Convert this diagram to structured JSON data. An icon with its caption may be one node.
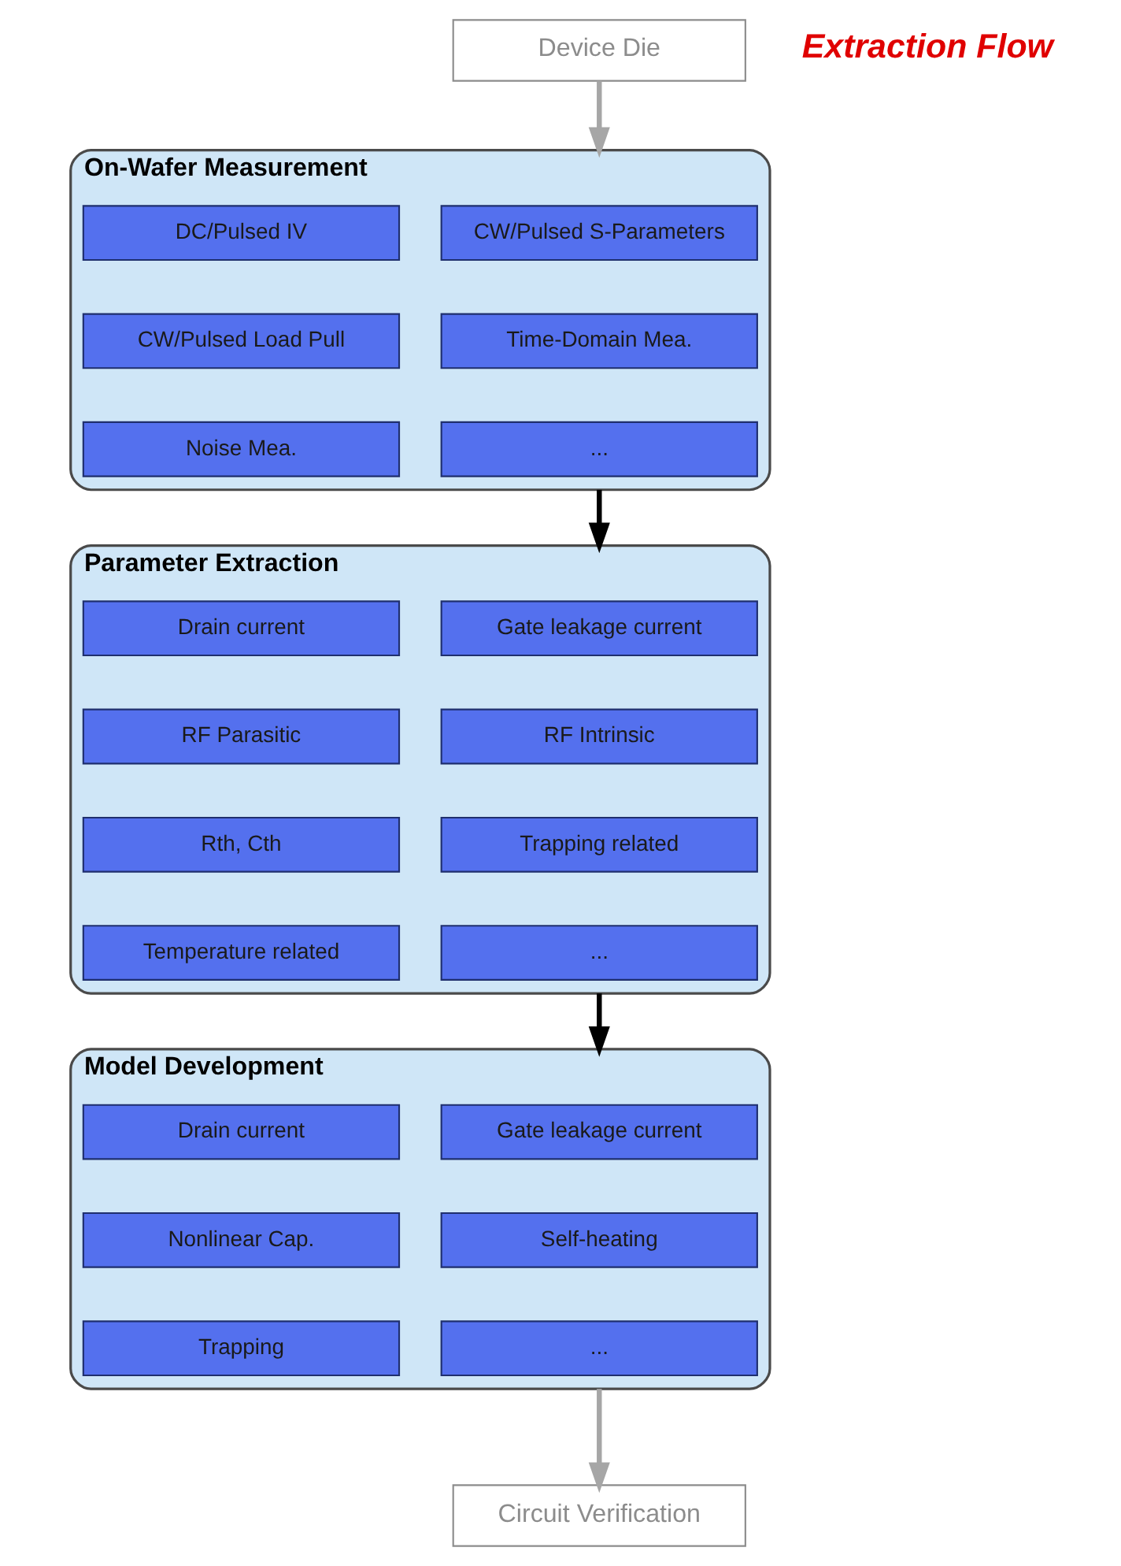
{
  "diagram": {
    "nodes": [
      {
        "text": [
          "Device Die"
        ]
      },
      {
        "text": [
          "On-Wafer Measurement"
        ]
      },
      {
        "text": [
          "DC/Pulsed IV"
        ],
        "in": 1
      },
      {
        "text": [
          "CW/Pulsed S-Parameters"
        ],
        "in": 1
      },
      {
        "text": [
          "CW/Pulsed Load Pull"
        ],
        "in": 1
      },
      {
        "text": [
          "Time-Domain Mea."
        ],
        "in": 1
      },
      {
        "text": [
          "Noise Mea."
        ],
        "in": 1
      },
      {
        "text": [
          "..."
        ],
        "in": 1
      },
      {
        "text": [
          "Parameter Extraction"
        ]
      },
      {
        "text": [
          "Drain current"
        ],
        "in": 8
      },
      {
        "text": [
          "Gate leakage current"
        ],
        "in": 8
      },
      {
        "text": [
          "RF Parasitic"
        ],
        "in": 8
      },
      {
        "text": [
          "RF Intrinsic"
        ],
        "in": 8
      },
      {
        "text": [
          "Rth, Cth"
        ],
        "in": 8
      },
      {
        "text": [
          "Trapping related"
        ],
        "in": 8
      },
      {
        "text": [
          "Temperature related"
        ],
        "in": 8
      },
      {
        "text": [
          "..."
        ],
        "in": 8
      },
      {
        "text": [
          "Model Development"
        ]
      },
      {
        "text": [
          "Drain current"
        ],
        "in": 17
      },
      {
        "text": [
          "Gate leakage current"
        ],
        "in": 17
      },
      {
        "text": [
          "Nonlinear Cap."
        ],
        "in": 17
      },
      {
        "text": [
          "Self-heating"
        ],
        "in": 17
      },
      {
        "text": [
          "Trapping"
        ],
        "in": 17
      },
      {
        "text": [
          "..."
        ],
        "in": 17
      },
      {
        "text": [
          "Circuit Verification"
        ]
      }
    ],
    "edges": [
      {
        "from": 0,
        "to": 1,
        "arrow": "to",
        "color": "#a6a6a6"
      },
      {
        "from": 1,
        "to": 8,
        "arrow": "to",
        "color": "#000000"
      },
      {
        "from": 8,
        "to": 17,
        "arrow": "to",
        "color": "#000000"
      },
      {
        "from": 17,
        "to": 24,
        "arrow": "to",
        "color": "#a6a6a6"
      }
    ],
    "labels": [
      "Extraction Flow"
    ]
  }
}
